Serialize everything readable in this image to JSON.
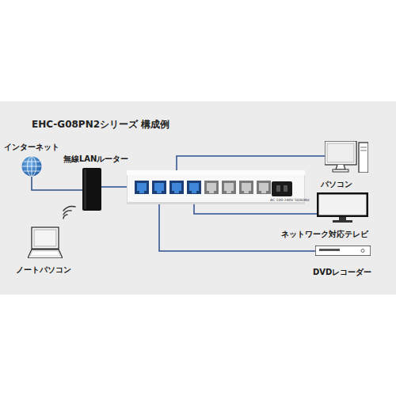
{
  "diagram": {
    "title": "EHC-G08PN2シリーズ 構成例",
    "nodes": [
      {
        "text": [
          "インターネット"
        ]
      },
      {
        "text": [
          "無線LANルーター"
        ]
      },
      {
        "text": [
          "ノートパソコン"
        ]
      },
      {
        "text": [
          "AC 100-240V 50/60Hz"
        ]
      },
      {
        "text": [
          "パソコン"
        ]
      },
      {
        "text": [
          "ネットワーク対応テレビ"
        ]
      },
      {
        "text": [
          "DVDレコーダー"
        ]
      }
    ],
    "edges": [
      {
        "from": 0,
        "to": 1,
        "arrow": "none"
      },
      {
        "from": 1,
        "to": 3,
        "arrow": "none"
      },
      {
        "from": 3,
        "to": 4,
        "arrow": "none"
      },
      {
        "from": 3,
        "to": 5,
        "arrow": "none"
      },
      {
        "from": 3,
        "to": 6,
        "arrow": "none"
      }
    ]
  }
}
